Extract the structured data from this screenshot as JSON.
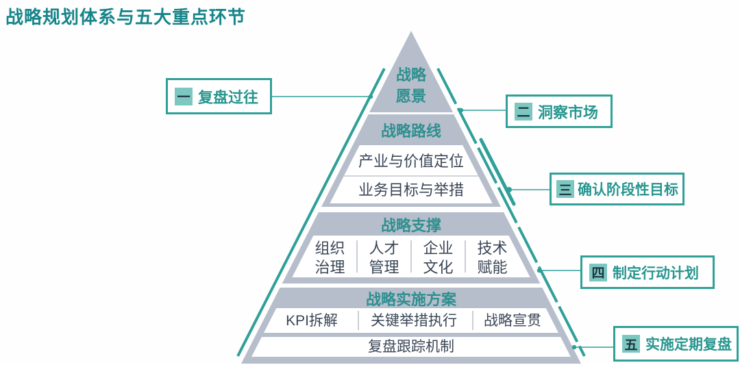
{
  "title": "战略规划体系与五大重点环节",
  "colors": {
    "accent_teal": "#2FA098",
    "title_teal": "#16858A",
    "pyramid_gray": "#B6BECB",
    "dark_text": "#3A4656",
    "number_square_fill": "#7CC7BF",
    "number_square_text": "#1E3340",
    "white_row": "#FFFFFF"
  },
  "pyramid": {
    "levels": [
      {
        "header": "战略\n愿景",
        "items": []
      },
      {
        "header": "战略路线",
        "items": [
          "产业与价值定位",
          "业务目标与举措"
        ]
      },
      {
        "header": "战略支撑",
        "items": [
          "组织\n治理",
          "人才\n管理",
          "企业\n文化",
          "技术\n赋能"
        ]
      },
      {
        "header": "战略实施方案",
        "items": [
          "KPI拆解",
          "关键举措执行",
          "战略宣贯"
        ],
        "base_item": "复盘跟踪机制"
      }
    ]
  },
  "callouts": [
    {
      "num": "一",
      "label": "复盘过往"
    },
    {
      "num": "二",
      "label": "洞察市场"
    },
    {
      "num": "三",
      "label": "确认阶段性目标"
    },
    {
      "num": "四",
      "label": "制定行动计划"
    },
    {
      "num": "五",
      "label": "实施定期复盘"
    }
  ]
}
